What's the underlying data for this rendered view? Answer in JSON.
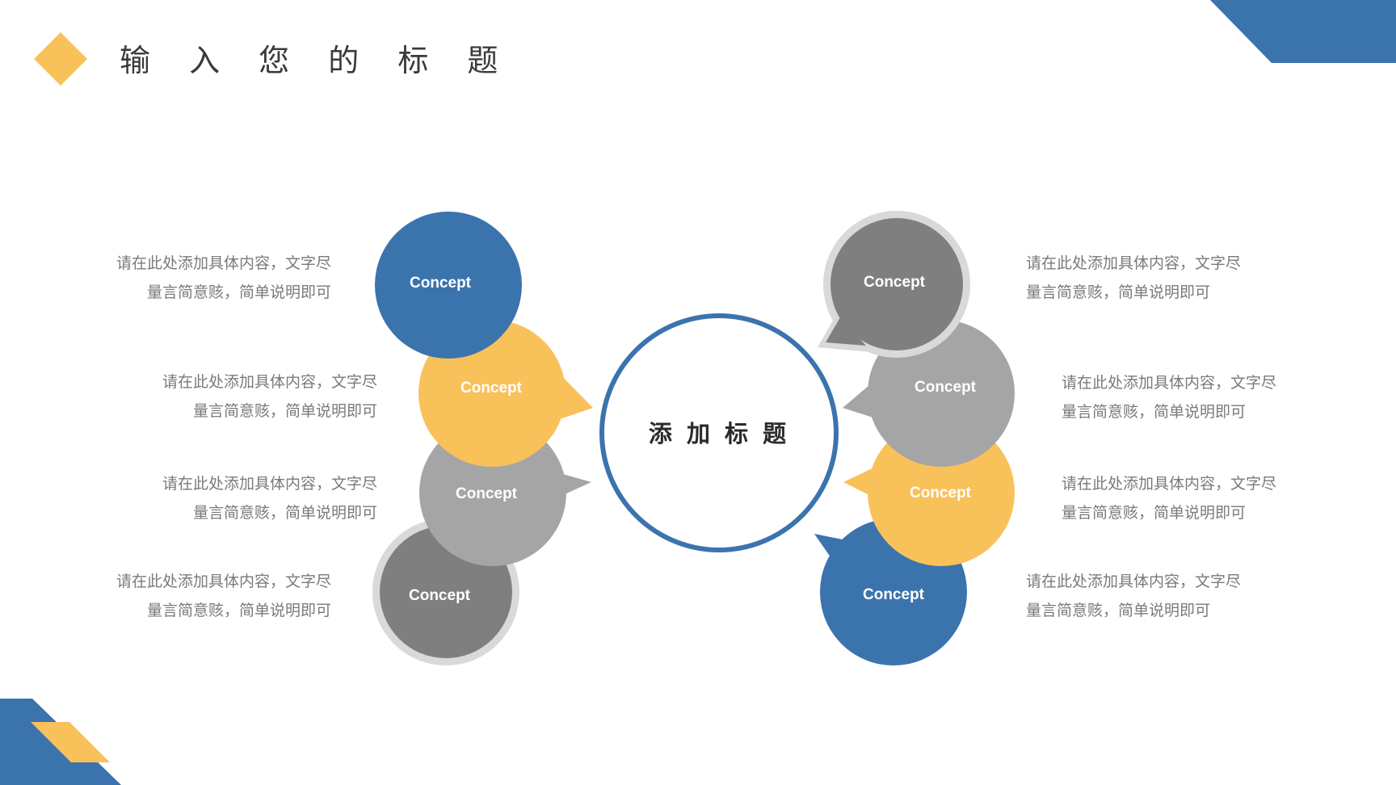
{
  "slide": {
    "title": "输 入 您 的 标 题",
    "center_label": "添 加 标 题",
    "colors": {
      "blue": "#3b73ad",
      "yellow": "#f9c15a",
      "light_gray": "#a5a5a5",
      "dark_gray": "#7f7f7f",
      "ring": "#d9d9d9"
    }
  },
  "left_items": [
    {
      "bubble": "Concept",
      "line1": "请在此处添加具体内容，文字尽",
      "line2": "量言简意赅，简单说明即可"
    },
    {
      "bubble": "Concept",
      "line1": "请在此处添加具体内容，文字尽",
      "line2": "量言简意赅，简单说明即可"
    },
    {
      "bubble": "Concept",
      "line1": "请在此处添加具体内容，文字尽",
      "line2": "量言简意赅，简单说明即可"
    },
    {
      "bubble": "Concept",
      "line1": "请在此处添加具体内容，文字尽",
      "line2": "量言简意赅，简单说明即可"
    }
  ],
  "right_items": [
    {
      "bubble": "Concept",
      "line1": "请在此处添加具体内容，文字尽",
      "line2": "量言简意赅，简单说明即可"
    },
    {
      "bubble": "Concept",
      "line1": "请在此处添加具体内容，文字尽",
      "line2": "量言简意赅，简单说明即可"
    },
    {
      "bubble": "Concept",
      "line1": "请在此处添加具体内容，文字尽",
      "line2": "量言简意赅，简单说明即可"
    },
    {
      "bubble": "Concept",
      "line1": "请在此处添加具体内容，文字尽",
      "line2": "量言简意赅，简单说明即可"
    }
  ]
}
